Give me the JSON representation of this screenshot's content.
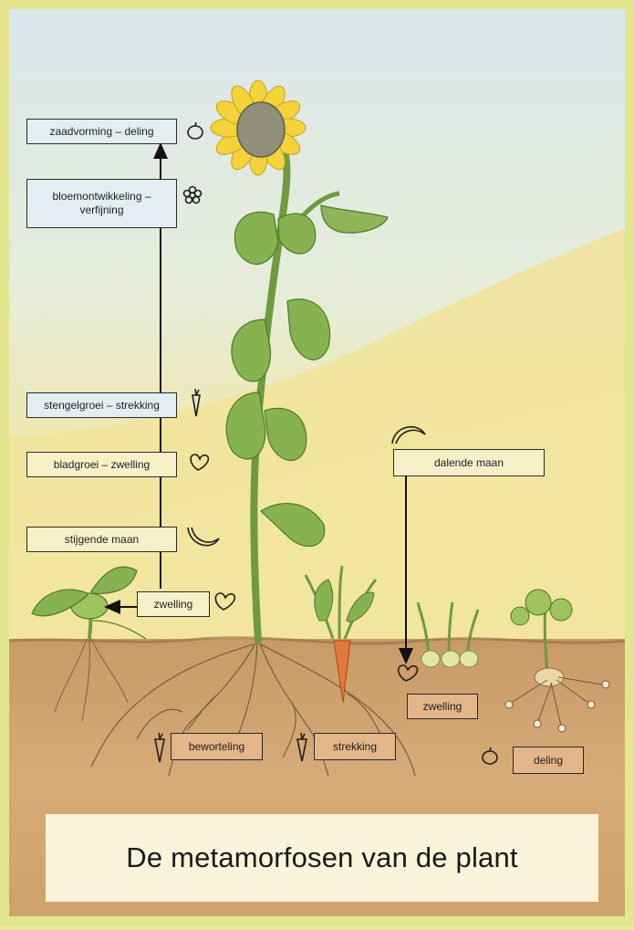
{
  "title": "De metamorfosen van de plant",
  "ascending_track": {
    "labels": [
      "zaadvorming – deling",
      "bloemontwikkeling – verfijning",
      "stengelgroei – strekking",
      "bladgroei – zwelling",
      "stijgende maan",
      "zwelling"
    ]
  },
  "descending_track": {
    "labels": [
      "dalende maan",
      "zwelling"
    ]
  },
  "root_labels": [
    "beworteling",
    "strekking",
    "deling"
  ],
  "icons": [
    "seed-circle-icon",
    "flower-icon",
    "root-wedge-icon",
    "heart-icon",
    "crescent-rising-icon",
    "heart-icon",
    "crescent-falling-icon",
    "heart-icon",
    "root-wedge-icon",
    "root-wedge-icon",
    "seed-circle-icon"
  ],
  "colors": {
    "sky": "#dfe8ea",
    "sunlight": "#f1e39a",
    "soil": "#c99a64",
    "root_label": "#e2b689",
    "leaf": "#7fae4a",
    "petal": "#f3d23a"
  }
}
